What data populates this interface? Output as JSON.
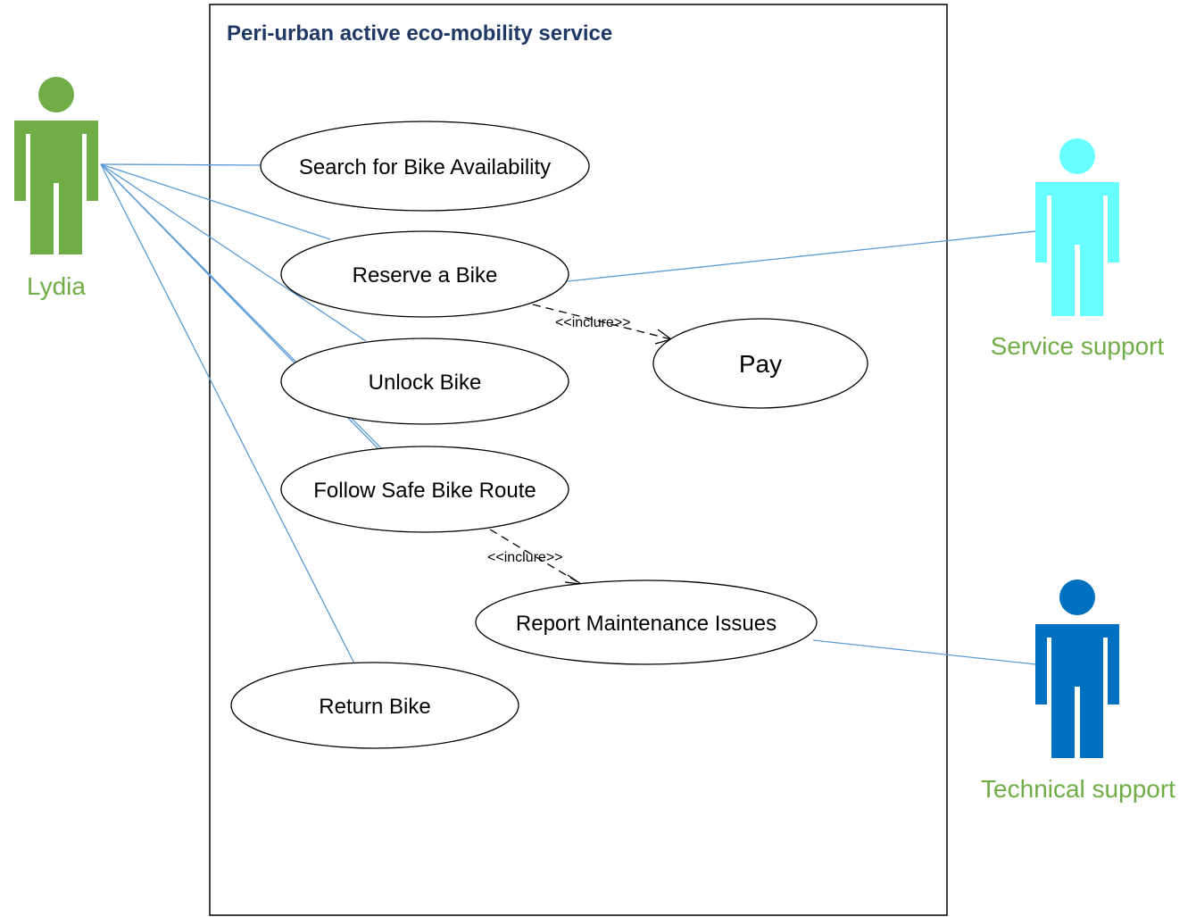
{
  "system": {
    "title": "Peri-urban active eco-mobility service"
  },
  "actors": {
    "lydia": {
      "label": "Lydia",
      "color": "#70AD47"
    },
    "service_support": {
      "label": "Service support",
      "color": "#66FFFF",
      "label_color": "#70AD47"
    },
    "technical_support": {
      "label": "Technical support",
      "color": "#0070C0",
      "label_color": "#70AD47"
    }
  },
  "use_cases": {
    "search": "Search for Bike Availability",
    "reserve": "Reserve a Bike",
    "pay": "Pay",
    "unlock": "Unlock Bike",
    "follow": "Follow Safe Bike Route",
    "report": "Report Maintenance Issues",
    "return": "Return Bike"
  },
  "relations": {
    "include_1": "<<inclure>>",
    "include_2": "<<inclure>>"
  },
  "colors": {
    "association_line": "#5B9BD5",
    "title": "#1F3864",
    "border": "#000000"
  }
}
